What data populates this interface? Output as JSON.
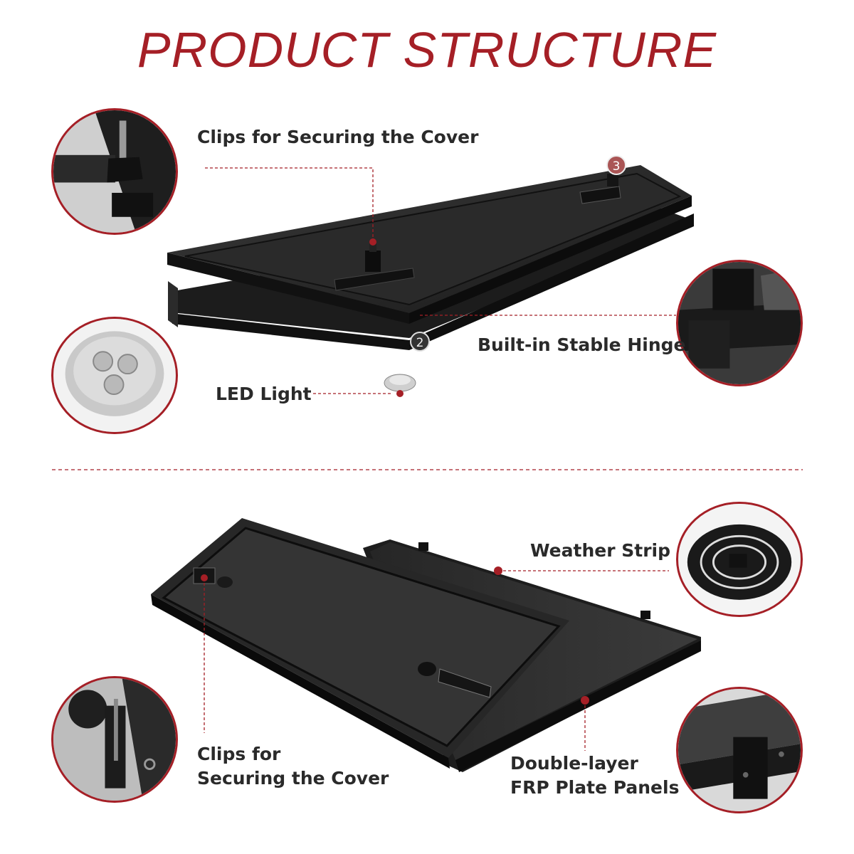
{
  "title": "PRODUCT STRUCTURE",
  "accent_color": "#a51f26",
  "top_section": {
    "labels": {
      "clips": "Clips for Securing  the Cover",
      "hinge": "Built-in Stable Hinge",
      "led": "LED Light"
    },
    "markers": [
      "2",
      "3"
    ],
    "detail_icons": [
      "clip-knob-icon",
      "led-light-icon",
      "hinge-icon"
    ]
  },
  "bottom_section": {
    "labels": {
      "weather": "Weather Strip",
      "clips_line1": "Clips for",
      "clips_line2": "Securing  the Cover",
      "panels_line1": "Double-layer",
      "panels_line2": "FRP Plate Panels"
    },
    "detail_icons": [
      "weather-strip-icon",
      "clip-latch-icon",
      "frp-panel-icon"
    ]
  }
}
